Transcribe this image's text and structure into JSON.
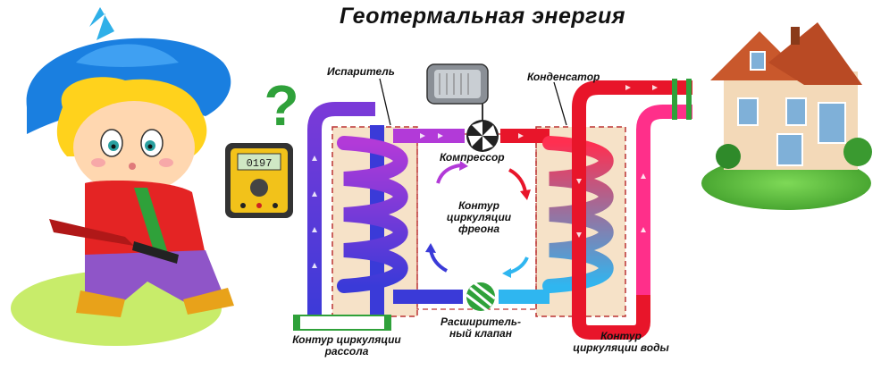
{
  "title": "Геотермальная энергия",
  "labels": {
    "evaporator": "Испаритель",
    "condenser": "Конденсатор",
    "compressor": "Компрессор",
    "freon_loop_l1": "Контур",
    "freon_loop_l2": "циркуляции",
    "freon_loop_l3": "фреона",
    "valve_l1": "Расширитель-",
    "valve_l2": "ный клапан",
    "brine_l1": "Контур циркуляции",
    "brine_l2": "рассола",
    "water_l1": "Контур",
    "water_l2": "циркуляции воды"
  },
  "multimeter_display": "0197",
  "question_mark": "?",
  "colors": {
    "cold_blue": "#3a3ad8",
    "cold_violet": "#7a3ad8",
    "hot_red": "#e8152a",
    "hot_pink": "#ff2f8a",
    "light_blue": "#2fb6f0",
    "hx_fill": "#f6e2c8",
    "green_accent": "#2fa13a"
  }
}
